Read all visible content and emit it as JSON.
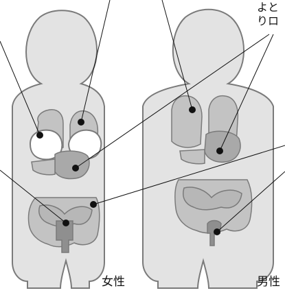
{
  "labels": {
    "female": "女性",
    "male": "男性"
  },
  "corner_text": {
    "line1": "よと",
    "line2": "りロ"
  },
  "colors": {
    "body_fill": "#e3e3e3",
    "outline": "#7a7a7a",
    "organ_light": "#c3c3c3",
    "organ_mid": "#a9a9a9",
    "organ_dark": "#8f8f8f",
    "marker": "#111111",
    "highlight": "#ffffff"
  }
}
